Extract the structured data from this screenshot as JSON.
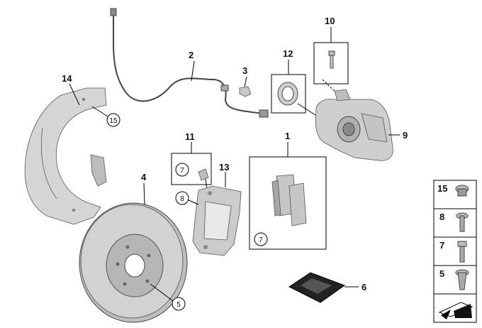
{
  "diagram": {
    "callouts": {
      "c1": "1",
      "c2": "2",
      "c3": "3",
      "c4": "4",
      "c6": "6",
      "c9": "9",
      "c10": "10",
      "c11": "11",
      "c12": "12",
      "c13": "13",
      "c14": "14"
    },
    "circled": {
      "pad_bolt": "7",
      "carrier_bolt": "8",
      "shield_bolt": "15",
      "kit_bolt": "7",
      "disc_screw": "5"
    },
    "legend": [
      "15",
      "8",
      "7",
      "5"
    ]
  },
  "colors": {
    "part_fill": "#d4d4d4",
    "part_dark": "#9a9a9a",
    "line": "#000000"
  }
}
